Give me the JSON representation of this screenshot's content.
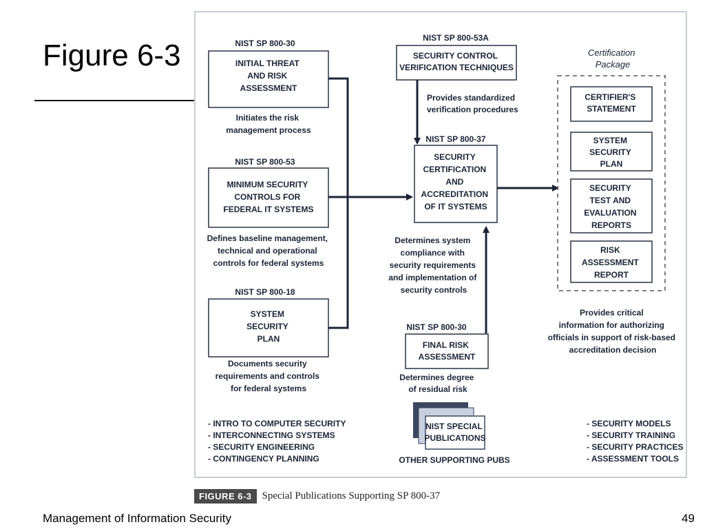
{
  "slide": {
    "title": "Figure 6-3",
    "footer_left": "Management of Information Security",
    "page_number": "49"
  },
  "caption": {
    "tag": "FIGURE 6-3",
    "text": "Special Publications Supporting SP 800-37"
  },
  "diagram": {
    "colors": {
      "ink": "#1b2437",
      "box_border": "#2a3142",
      "stack_dark": "#3b465f",
      "stack_light": "#c9d0dd"
    },
    "left": {
      "sp800_30": {
        "header": "NIST SP 800-30",
        "box": [
          "INITIAL THREAT",
          "AND RISK",
          "ASSESSMENT"
        ],
        "desc": [
          "Initiates the risk",
          "management process"
        ]
      },
      "sp800_53": {
        "header": "NIST SP 800-53",
        "box": [
          "MINIMUM SECURITY",
          "CONTROLS FOR",
          "FEDERAL IT SYSTEMS"
        ],
        "desc": [
          "Defines baseline management,",
          "technical and operational",
          "controls for federal systems"
        ]
      },
      "sp800_18": {
        "header": "NIST SP 800-18",
        "box": [
          "SYSTEM",
          "SECURITY",
          "PLAN"
        ],
        "desc": [
          "Documents security",
          "requirements and controls",
          "for federal systems"
        ]
      }
    },
    "center": {
      "sp800_53a": {
        "header": "NIST SP 800-53A",
        "box": [
          "SECURITY CONTROL",
          "VERIFICATION TECHNIQUES"
        ],
        "desc": [
          "Provides standardized",
          "verification procedures"
        ]
      },
      "sp800_37": {
        "header": "NIST SP 800-37",
        "box": [
          "SECURITY",
          "CERTIFICATION",
          "AND",
          "ACCREDITATION",
          "OF IT SYSTEMS"
        ],
        "desc": [
          "Determines system",
          "compliance with",
          "security requirements",
          "and implementation of",
          "security controls"
        ]
      },
      "final_risk": {
        "header": "NIST SP 800-30",
        "box": [
          "FINAL RISK",
          "ASSESSMENT"
        ],
        "desc": [
          "Determines degree",
          "of residual risk"
        ]
      },
      "special_pubs": {
        "box": [
          "NIST SPECIAL",
          "PUBLICATIONS"
        ],
        "label": "OTHER SUPPORTING PUBS"
      }
    },
    "right": {
      "package_title": [
        "Certification",
        "Package"
      ],
      "items": [
        [
          "CERTIFIER'S",
          "STATEMENT"
        ],
        [
          "SYSTEM",
          "SECURITY",
          "PLAN"
        ],
        [
          "SECURITY",
          "TEST AND",
          "EVALUATION",
          "REPORTS"
        ],
        [
          "RISK",
          "ASSESSMENT",
          "REPORT"
        ]
      ],
      "desc": [
        "Provides critical",
        "information for authorizing",
        "officials in support of risk-based",
        "accreditation decision"
      ]
    },
    "bottom_left_list": [
      "- INTRO TO COMPUTER SECURITY",
      "- INTERCONNECTING SYSTEMS",
      "- SECURITY ENGINEERING",
      "- CONTINGENCY PLANNING"
    ],
    "bottom_right_list": [
      "- SECURITY MODELS",
      "- SECURITY TRAINING",
      "- SECURITY PRACTICES",
      "- ASSESSMENT TOOLS"
    ]
  }
}
